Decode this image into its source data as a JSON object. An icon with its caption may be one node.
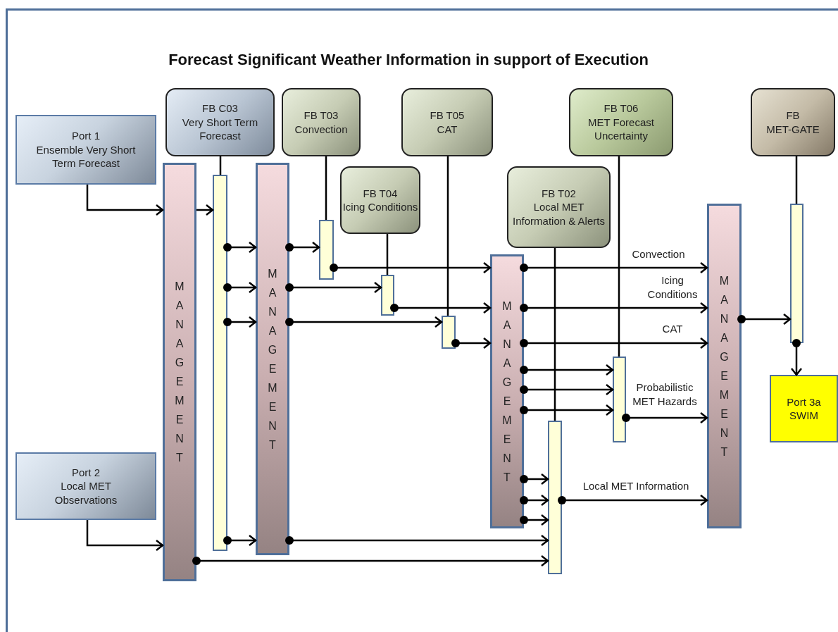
{
  "diagram": {
    "title": "Forecast Significant Weather Information in support of Execution",
    "nodes": [
      {
        "text": [
          "Port 1",
          "Ensemble Very Short Term  Forecast"
        ]
      },
      {
        "text": [
          "FB C03",
          "Very Short Term Forecast"
        ]
      },
      {
        "text": [
          "FB T03",
          "Convection"
        ]
      },
      {
        "text": [
          "FB T05",
          "CAT"
        ]
      },
      {
        "text": [
          "FB T06",
          "MET Forecast Uncertainty"
        ]
      },
      {
        "text": [
          "FB",
          "MET-GATE"
        ]
      },
      {
        "text": [
          "FB T04",
          "Icing Conditions"
        ]
      },
      {
        "text": [
          "FB T02",
          "Local MET Information & Alerts"
        ]
      },
      {
        "text": [
          "Port 2",
          "Local MET Observations"
        ]
      },
      {
        "text": [
          "MANAGEMENT"
        ]
      },
      {
        "text": [],
        "shape": "bar"
      },
      {
        "text": [
          "MANAGEMENT"
        ]
      },
      {
        "text": [],
        "shape": "bar"
      },
      {
        "text": [],
        "shape": "bar"
      },
      {
        "text": [],
        "shape": "bar"
      },
      {
        "text": [
          "MANAGEMENT"
        ]
      },
      {
        "text": [],
        "shape": "bar"
      },
      {
        "text": [],
        "shape": "bar"
      },
      {
        "text": [
          "MANAGEMENT"
        ]
      },
      {
        "text": [],
        "shape": "bar"
      },
      {
        "text": [
          "Port 3a",
          "SWIM"
        ]
      }
    ],
    "edges": [
      {
        "from": 0,
        "to": 9,
        "arrow": "to"
      },
      {
        "from": 9,
        "to": 10,
        "arrow": "to"
      },
      {
        "from": 1,
        "to": 10,
        "arrow": "none"
      },
      {
        "from": 10,
        "to": 11,
        "arrow": "to"
      },
      {
        "from": 10,
        "to": 11,
        "arrow": "to"
      },
      {
        "from": 10,
        "to": 11,
        "arrow": "to"
      },
      {
        "from": 10,
        "to": 11,
        "arrow": "to"
      },
      {
        "from": 2,
        "to": 12,
        "arrow": "none"
      },
      {
        "from": 11,
        "to": 12,
        "arrow": "to"
      },
      {
        "from": 11,
        "to": 13,
        "arrow": "to"
      },
      {
        "from": 11,
        "to": 14,
        "arrow": "to"
      },
      {
        "from": 12,
        "to": 15,
        "arrow": "to"
      },
      {
        "from": 6,
        "to": 13,
        "arrow": "none"
      },
      {
        "from": 3,
        "to": 14,
        "arrow": "none"
      },
      {
        "from": 13,
        "to": 15,
        "arrow": "to"
      },
      {
        "from": 14,
        "to": 15,
        "arrow": "to"
      },
      {
        "from": 15,
        "to": 18,
        "arrow": "to",
        "label": "Convection"
      },
      {
        "from": 15,
        "to": 18,
        "arrow": "to",
        "label": "Icing Conditions"
      },
      {
        "from": 15,
        "to": 18,
        "arrow": "to",
        "label": "CAT"
      },
      {
        "from": 15,
        "to": 17,
        "arrow": "to"
      },
      {
        "from": 15,
        "to": 17,
        "arrow": "to"
      },
      {
        "from": 15,
        "to": 17,
        "arrow": "to"
      },
      {
        "from": 4,
        "to": 17,
        "arrow": "none"
      },
      {
        "from": 17,
        "to": 18,
        "arrow": "to",
        "label": "Probabilistic MET Hazards"
      },
      {
        "from": 7,
        "to": 16,
        "arrow": "none"
      },
      {
        "from": 15,
        "to": 16,
        "arrow": "to"
      },
      {
        "from": 15,
        "to": 16,
        "arrow": "to"
      },
      {
        "from": 15,
        "to": 16,
        "arrow": "to"
      },
      {
        "from": 11,
        "to": 16,
        "arrow": "to"
      },
      {
        "from": 9,
        "to": 16,
        "arrow": "to"
      },
      {
        "from": 8,
        "to": 9,
        "arrow": "to"
      },
      {
        "from": 16,
        "to": 18,
        "arrow": "to",
        "label": "Local MET Information"
      },
      {
        "from": 18,
        "to": 19,
        "arrow": "to"
      },
      {
        "from": 5,
        "to": 19,
        "arrow": "none"
      },
      {
        "from": 19,
        "to": 20,
        "arrow": "to"
      }
    ]
  }
}
